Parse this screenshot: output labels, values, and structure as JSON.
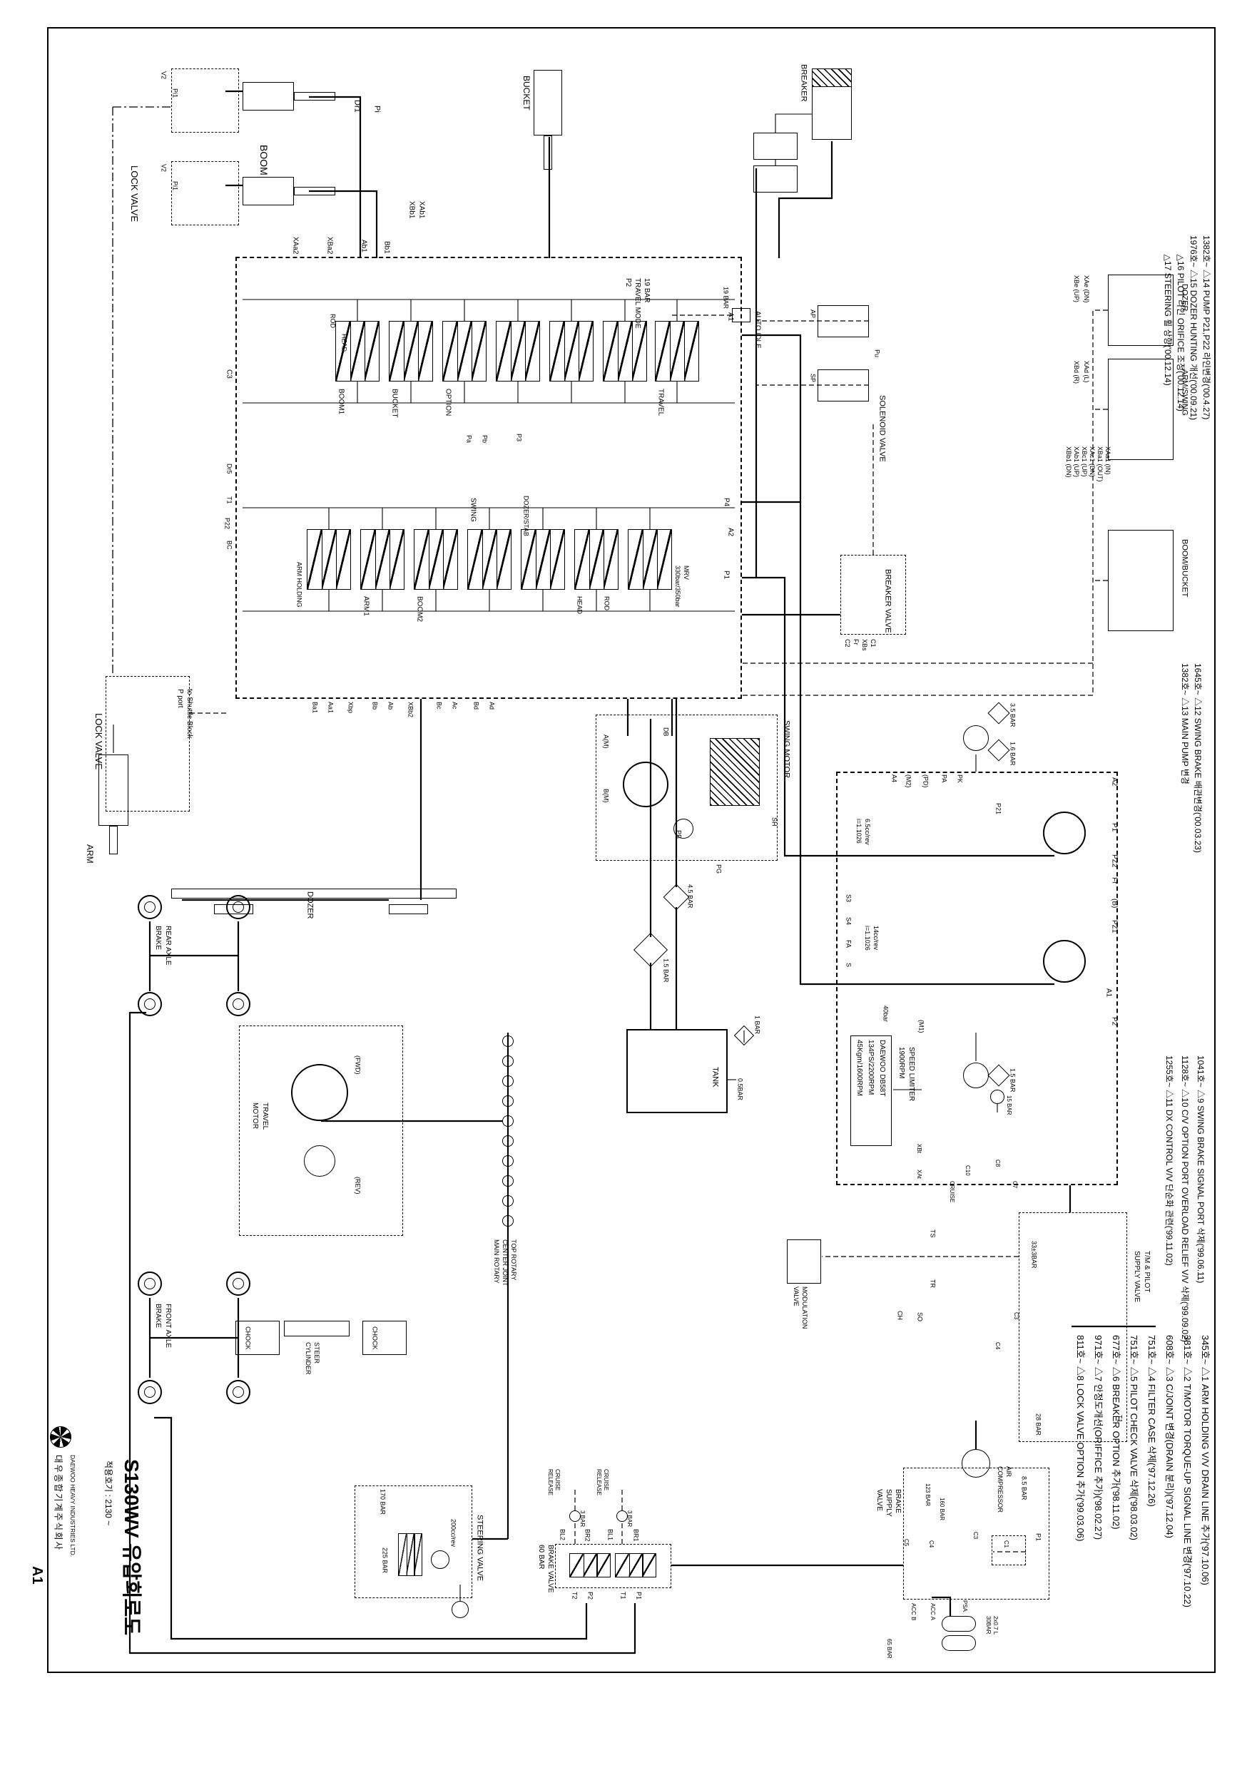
{
  "sheet": {
    "size_label": "A1",
    "title": "S130WV 유압회로도",
    "applicability": "적용호기 : 2130 ~",
    "company_ko": "대우종합기계주식회사",
    "company_en": "DAEWOO HEAVY INDUSTRIES LTD."
  },
  "annotations": {
    "block1": [
      "1382호~ △14 PUMP P21,P22 라인변경('00.4.27)",
      "1976호~ △15 DOZER HUNTING 개선('00.09.21)",
      "        △16 PILOT 라인 ORIFICE 조정('00.12.14)",
      "        △17 STEERING 휠 상향('00.12.14)"
    ],
    "block2": [
      "1645호~ △12 SWING BRAKE 배관변경('00.03.23)",
      "1382호~ △13 MAIN PUMP 변경"
    ],
    "block3": [
      "1041호~ △9 SWING BRAKE SIGNAL PORT 삭제('99.06.11)",
      "1128호~ △10 C/V OPTION PORT OVERLOAD RELIEF V/V 삭제('99.09.02)",
      "1255호~ △11 DX CONTROL V/V 단순화 관련('99.11.02)"
    ],
    "block4": [
      "345호~ △1 ARM HOLDING V/V DRAIN LINE 추가('97.10.06)",
      "381호~ △2 T/MOTOR TORQUE-UP SIGNAL LINE 변경('97.10.22)",
      "608호~ △3 C/JOINT 변경(DRAIN 분리)('97.12.04)",
      "751호~ △4 FILTER CASE 삭제('97.12.26)",
      "751호~ △5 PILOT CHECK VALVE 삭제('98.03.02)",
      "677호~ △6 BREAKER OPTION 추가('98.11.02)",
      "971호~ △7 안정도개선(ORIFFICE 추가)('98.02.27)",
      "811호~ △8 LOCK VALVE OPTION 추가('99.03.06)"
    ]
  },
  "labels": {
    "lock_valve_1": "LOCK VALVE",
    "lock_valve_2": "LOCK VALVE",
    "v2a": "V2",
    "pi1a": "Pi1",
    "v2b": "V2",
    "pi1b": "Pi1",
    "boom": "BOOM",
    "bucket": "BUCKET",
    "breaker": "BREAKER",
    "dr1": "Dr1",
    "pi": "Pi",
    "xab1": "XAb1",
    "xbb1": "XBb1",
    "xaa2": "XAa2",
    "xba2": "XBa2",
    "ab1": "Ab1",
    "bb1": "Bb1",
    "travel_mode": "19 BAR\nTRAVEL MODE\nP2",
    "auto_idle_bar": "19 BAR",
    "auto_idle": "AUTO IDLE",
    "s_rod": "ROD",
    "s_head": "HEAD",
    "s_boom1": "BOOM1",
    "s_bucket": "BUCKET",
    "s_option": "OPTION",
    "s_travel": "TRAVEL",
    "s_armhold": "ARM HOLDING",
    "s_arm1": "ARM1",
    "s_boom2": "BOOM2",
    "s_swing": "SWING",
    "s_dozer": "DOZER/STAB",
    "s_head2": "HEAD",
    "s_rod2": "ROD",
    "mrv": "MRV\n330bar/350bar",
    "p_a1": "A1",
    "p_a2": "A2",
    "p_p1": "P1",
    "p_p4": "P4",
    "p_p3": "P3",
    "p_pb": "Pb",
    "p_pa": "Pa",
    "p_c3": "C3",
    "p_dr5": "Dr5",
    "p_t1": "T1",
    "p_p22": "P22",
    "p_bc": "BC",
    "b_ba1": "Ba1",
    "b_aa1": "Aa1",
    "b_xbp": "Xbp",
    "b_bb": "Bb",
    "b_ab": "Ab",
    "b_xbb2": "XBb2",
    "b_bc": "Bc",
    "b_ac": "Ac",
    "b_bd": "Bd",
    "b_ad": "Ad",
    "solenoid_valve": "SOLENOID VALVE",
    "ap": "AP",
    "sp": "SP",
    "pu": "Pu",
    "rcv_dozer": "DOZER",
    "rcv_armswing": "ARM/SWING",
    "rcv_boombucket": "BOOM/BUCKET",
    "xae_blk": "XAe (DN)\nXBe (UP)",
    "xad_blk": "XAd (L)\nXBd (R)",
    "bundle": "XAa1 (IN)\nXBa1 (OUT)\nXAc1 (DN)\nXBc1 (UP)\nXAb1 (UP)\nXBb1 (DN)",
    "breaker_valve": "BREAKER VALVE",
    "bv_ports": "C1\nXBs\nFr\nC2",
    "shuttle_note": "to Shuttle Block\nP port",
    "arm": "ARM",
    "swing_motor": "SWING MOTOR",
    "am": "A(M)",
    "bm": "B(M)",
    "db": "DB",
    "sh": "SH",
    "pg": "PG",
    "pb": "PB",
    "pump_a2": "A2",
    "pump_p1": "P1",
    "pz2": "PZ2",
    "fr2": "Fr",
    "b_port": "(B)",
    "pz1": "PZ1",
    "pump_a1": "A1",
    "pump_p2": "P2",
    "a4": "A4",
    "m2": "(M2)",
    "pd": "(PD)",
    "pa2": "PA",
    "pk": "PK",
    "p21": "P21",
    "m1": "(M1)",
    "bar40": "40bar",
    "disp1": "6.5cc/rev\ni=1.1026",
    "disp2": "14cc/rev\ni=1.1026",
    "s3": "S3",
    "s4": "S4",
    "fa": "FA",
    "s_one": "S",
    "engine": "DAEWOO DB58T\n134PS/2200RPM\n45Kgm/1600RPM",
    "speed_limiter": "SPEED LIMITER\n1900RPM",
    "gear1a": "3.5 BAR",
    "gear1b": "1.6 BAR",
    "gear2": "1.5 BAR",
    "f45": "4.5 BAR",
    "f15": "1.5 BAR",
    "f1": "1 BAR",
    "f05": "0.5BAR",
    "tank": "TANK",
    "dozer_blade": "DOZER",
    "rear_axle": "REAR AXLE\nBRAKE",
    "front_axle": "FRONT AXLE\nBRAKE",
    "travel_motor": "TRAVEL\nMOTOR",
    "fwd": "(FWD)",
    "rev": "(REV)",
    "cjoint": "TOP ROTARY\nCENTER JOINT\nMAIN ROTARY",
    "modulation": "MODULATION\nVALVE",
    "cruise": "CRUISE",
    "c10": "C10",
    "c8": "C8",
    "c7": "C7",
    "xbt": "XBt",
    "xat": "XAt",
    "bar15": "15 BAR",
    "tm_valve": "T/M & PILOT\nSUPPLY VALVE",
    "bar33": "33±3BAR",
    "ts": "TS",
    "tr": "TR",
    "so": "SO",
    "ch": "CH",
    "tmc3": "C3",
    "tmc4": "C4",
    "t1b": "T1",
    "air_comp": "AIR\nCOMPRESSOR",
    "bar85": "8.5 BAR",
    "bar28": "28 BAR",
    "steering_valve": "STEERING VALVE",
    "bar170": "170 BAR",
    "bar225": "225 BAR",
    "cc200": "200cc/rev",
    "brake_valve": "BRAKE VALVE\n60 BAR",
    "cruise_rel1": "CRUISE\nRELEASE",
    "cruise_rel2": "CRUISE\nRELEASE",
    "bar3a": "3 BAR",
    "bar3b": "3 BAR",
    "bl2": "BL2",
    "br2": "BR2",
    "bl1": "BL1",
    "br1": "BR1",
    "t2": "T2",
    "p2b": "P2",
    "t1c": "T1",
    "p1b": "P1",
    "brake_supply": "BRAKE\nSUPPLY\nVALVE",
    "bar123": "123 BAR",
    "bar160": "160 BAR",
    "bar65": "65 BAR",
    "psa": "PSA",
    "acca": "ACC A",
    "accb": "ACC B",
    "acc_spec": "2x0.7 L\n30BAR",
    "bs_c5": "C5",
    "bs_c4": "C4",
    "bs_c3": "C3",
    "bs_c1": "C1",
    "bs_p1": "P1",
    "chock1": "CHOCK",
    "chock2": "CHOCK",
    "steer_cyl": "STEER\nCYLINDER"
  }
}
